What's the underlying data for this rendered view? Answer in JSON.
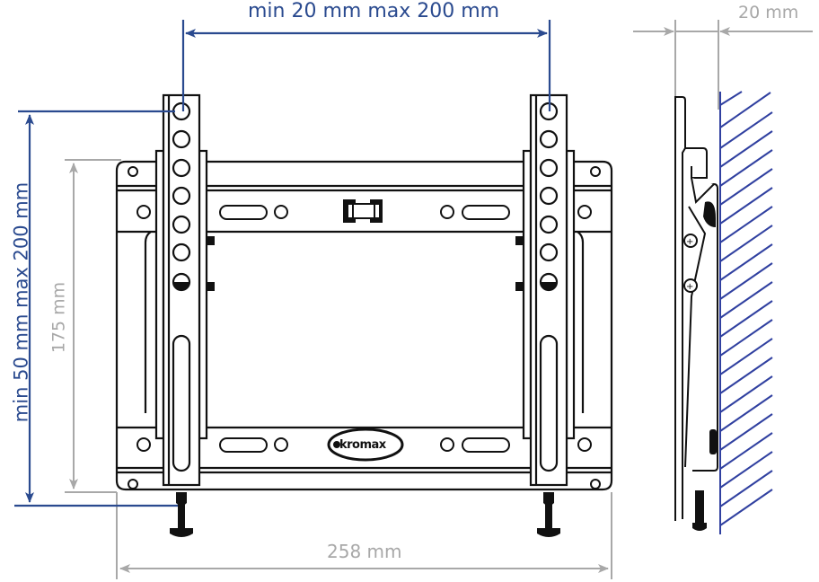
{
  "diagram": {
    "type": "technical-dimension-drawing",
    "subject": "TV wall mount bracket (front and side view)",
    "colors": {
      "dimension_primary": "#2a4a8f",
      "dimension_secondary": "#a8a8a8",
      "outline": "#111111",
      "wall_hatch": "#3040a0"
    },
    "dimensions": {
      "vesa_horizontal": "min 20 mm max 200 mm",
      "vesa_vertical": "min 50 mm max 200 mm",
      "plate_height": "175 mm",
      "plate_width": "258 mm",
      "wall_distance": "20 mm"
    },
    "logo": {
      "text": "kromax"
    },
    "views": [
      "front-view",
      "side-view"
    ]
  }
}
